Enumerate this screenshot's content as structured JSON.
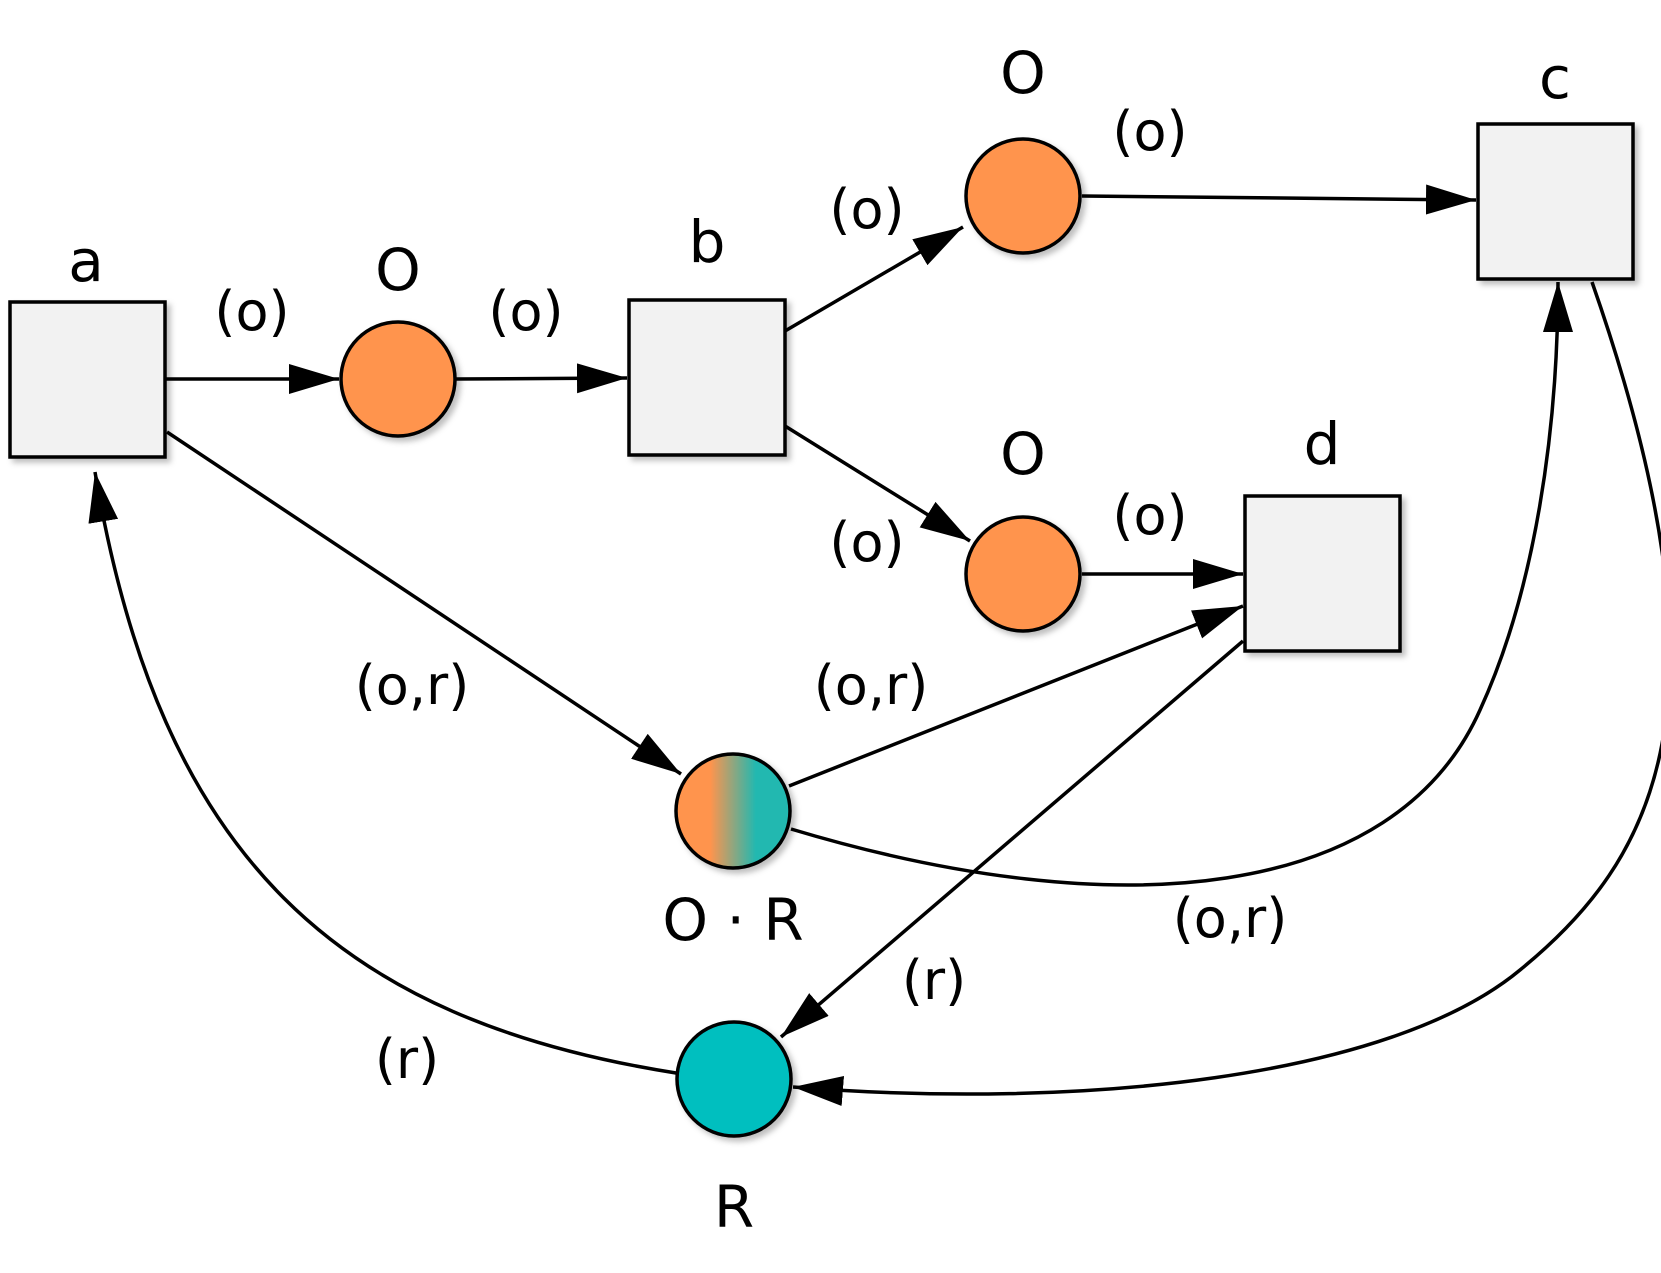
{
  "colors": {
    "orange": "#ff944d",
    "teal": "#00bfbf",
    "box_fill": "#f2f2f2"
  },
  "nodes": {
    "a": "a",
    "b": "b",
    "c": "c",
    "d": "d",
    "place_o1": "O",
    "place_o2": "O",
    "place_o3": "O",
    "place_or": "O · R",
    "place_r": "R"
  },
  "edges": {
    "a_o1": "(o)",
    "o1_b": "(o)",
    "b_o2": "(o)",
    "o2_c": "(o)",
    "b_o3": "(o)",
    "o3_d": "(o)",
    "a_or": "(o,r)",
    "or_d": "(o,r)",
    "or_c": "(o,r)",
    "d_r": "(r)",
    "r_a": "(r)"
  }
}
